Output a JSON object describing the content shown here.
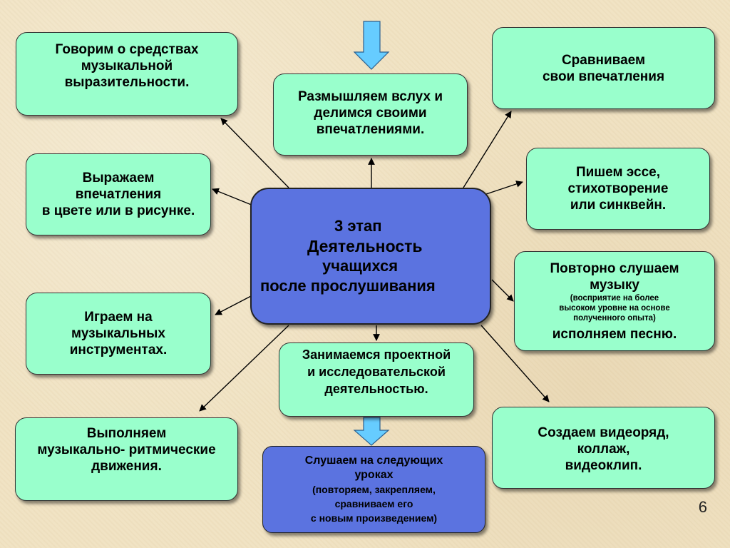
{
  "center": {
    "lines": [
      "3 этап",
      "Деятельность",
      "учащихся",
      "после прослушивания"
    ]
  },
  "boxes": {
    "speak_means": {
      "lines": [
        "Говорим о средствах",
        "музыкальной",
        "выразительности."
      ]
    },
    "reflect": {
      "lines": [
        "Размышляем вслух и",
        "делимся своими",
        "впечатлениями."
      ]
    },
    "compare": {
      "lines": [
        "Сравниваем",
        "свои впечатления"
      ]
    },
    "express": {
      "lines": [
        "Выражаем",
        "впечатления",
        "в цвете или в рисунке."
      ]
    },
    "essay": {
      "lines": [
        "Пишем эссе,",
        "стихотворение",
        "или синквейн."
      ]
    },
    "instruments": {
      "lines": [
        "Играем на",
        "музыкальных",
        "инструментах."
      ]
    },
    "relisten": {
      "lines": [
        "Повторно слушаем",
        "музыку"
      ],
      "small_lines": [
        "(восприятие на более",
        "высоком уровне на основе",
        "полученного опыта)"
      ],
      "last_line": "исполняем песню."
    },
    "project": {
      "lines": [
        "Занимаемся проектной",
        "и исследовательской",
        "деятельностью."
      ]
    },
    "rhythmic": {
      "lines": [
        "Выполняем",
        "музыкально- ритмические",
        "движения."
      ]
    },
    "video": {
      "lines": [
        "Создаем видеоряд,",
        "коллаж,",
        "видеоклип."
      ]
    },
    "next_lessons": {
      "lines": [
        "Слушаем на следующих",
        "уроках",
        "(повторяем, закрепляем,",
        "сравниваем его",
        "с новым произведением)"
      ]
    }
  },
  "page_number": "6",
  "colors": {
    "box_fill": "#99ffcc",
    "center_fill": "#5b73e0",
    "arrow_fill": "#66ccff",
    "background": "#f0e2c2"
  }
}
